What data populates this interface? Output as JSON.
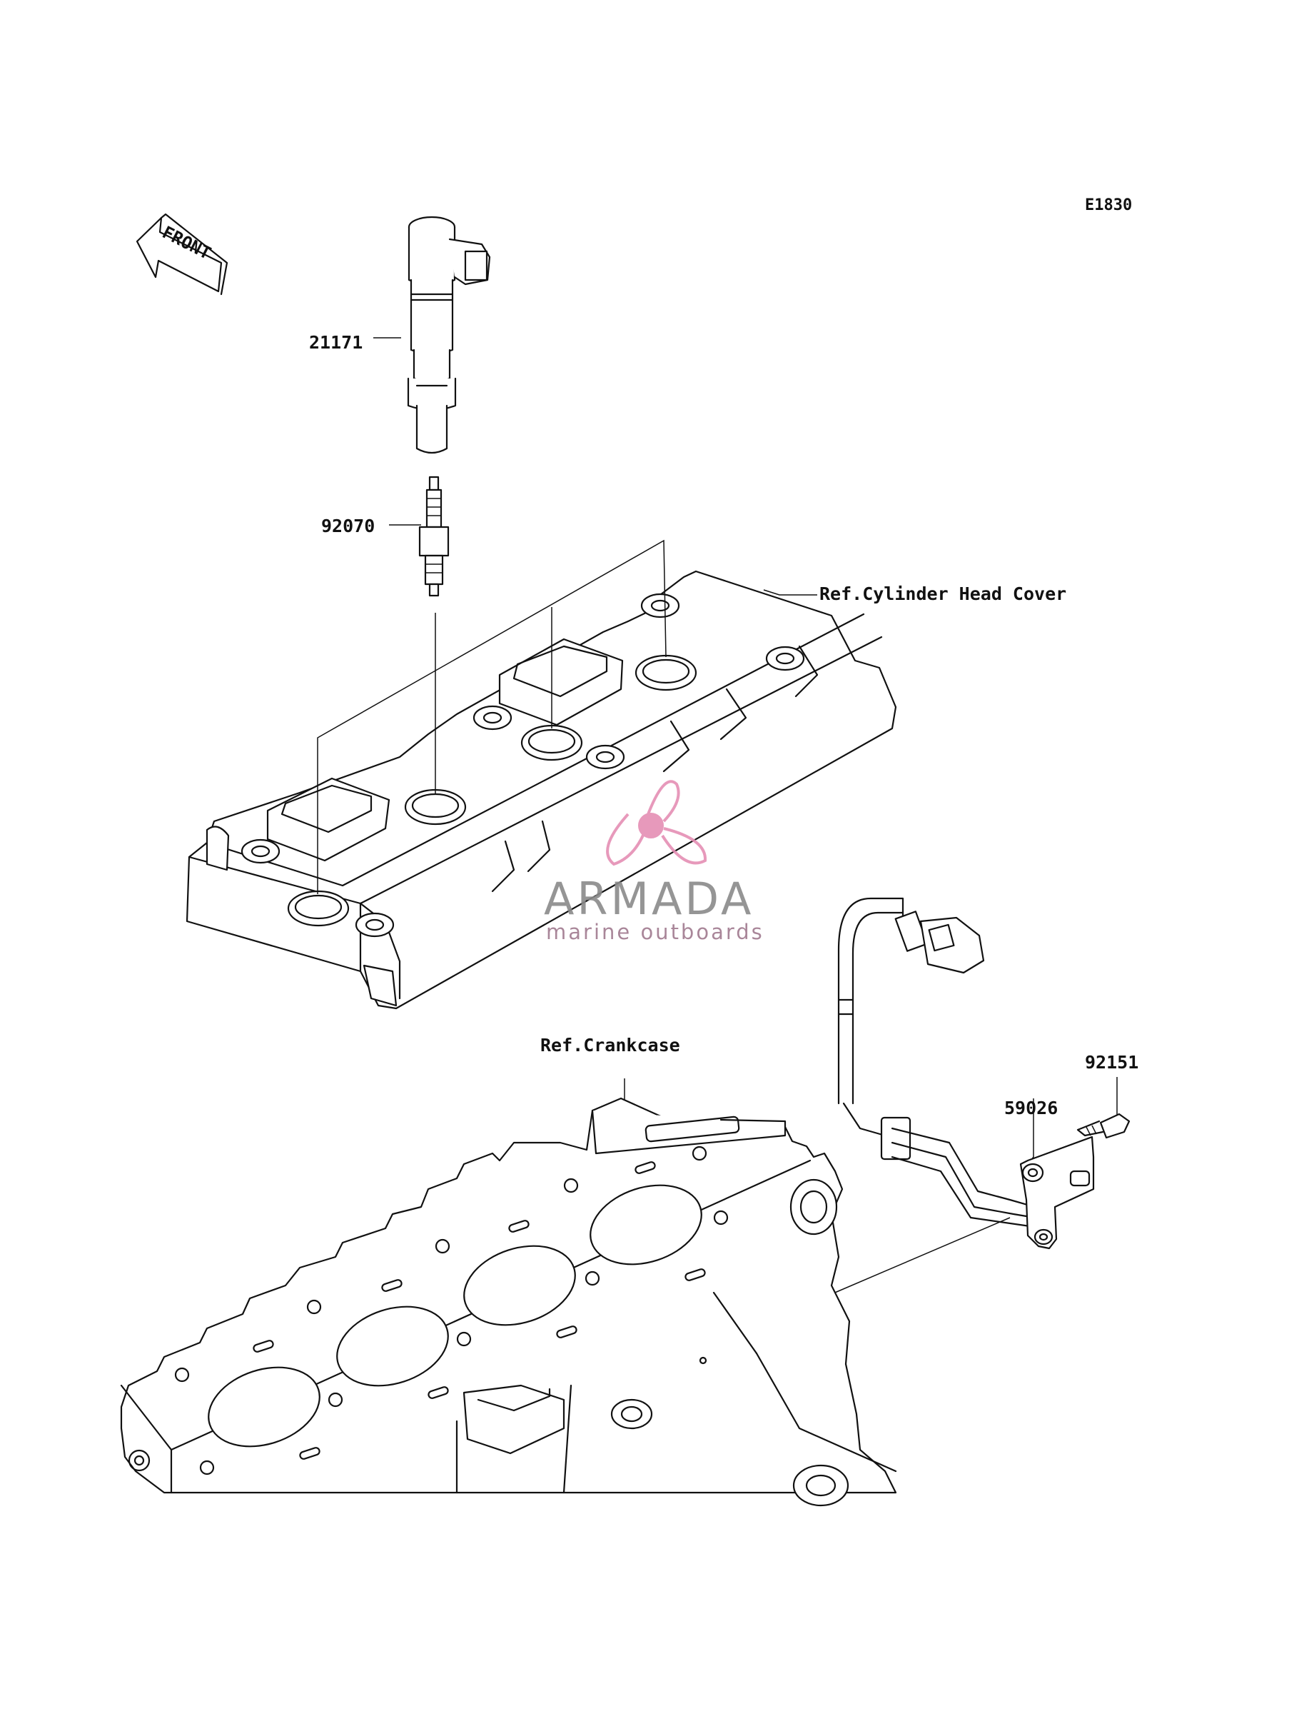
{
  "diagram": {
    "code": "E1830",
    "front_label": "FRONT",
    "parts": [
      {
        "number": "21171"
      },
      {
        "number": "92070"
      },
      {
        "number": "92151"
      },
      {
        "number": "59026"
      }
    ],
    "references": [
      {
        "text": "Ref.Cylinder Head Cover"
      },
      {
        "text": "Ref.Crankcase"
      }
    ]
  },
  "watermark": {
    "brand": "ARMADA",
    "tagline": "marine outboards",
    "brand_color": "#8a8a8a",
    "logo_color": "#e58fb4"
  }
}
